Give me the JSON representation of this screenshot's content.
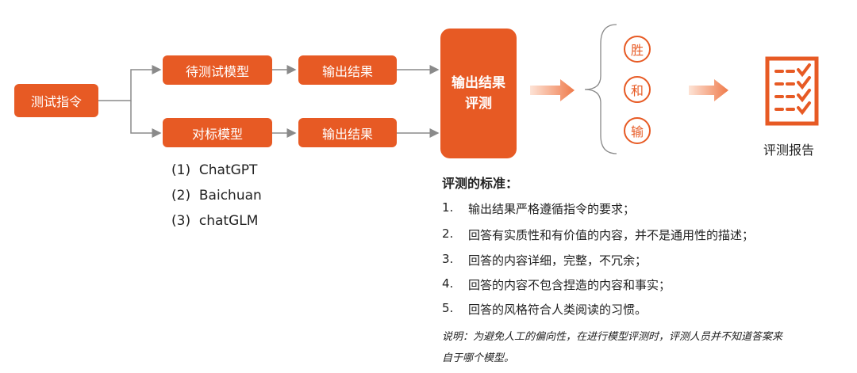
{
  "colors": {
    "accent": "#e75a24",
    "line": "#8a8a8a",
    "arrow_light": "#f6b89c"
  },
  "nodes": {
    "instruction": "测试指令",
    "model_under_test": "待测试模型",
    "benchmark_model": "对标模型",
    "output_top": "输出结果",
    "output_bottom": "输出结果",
    "evaluation_line1": "输出结果",
    "evaluation_line2": "评测"
  },
  "outcomes": [
    "胜",
    "和",
    "输"
  ],
  "report": {
    "label": "评测报告",
    "icon": "checklist-icon"
  },
  "benchmark_models": [
    "(1)  ChatGPT",
    "(2)  Baichuan",
    "(3)  chatGLM"
  ],
  "criteria": {
    "title": "评测的标准：",
    "items": [
      {
        "num": "1.",
        "text": "输出结果严格遵循指令的要求；"
      },
      {
        "num": "2.",
        "text": "回答有实质性和有价值的内容，并不是通用性的描述；"
      },
      {
        "num": "3.",
        "text": "回答的内容详细，完整，不冗余；"
      },
      {
        "num": "4.",
        "text": "回答的内容不包含捏造的内容和事实；"
      },
      {
        "num": "5.",
        "text": "回答的风格符合人类阅读的习惯。"
      }
    ],
    "note_line1": "说明：为避免人工的偏向性，在进行模型评测时，评测人员并不知道答案来",
    "note_line2": "自于哪个模型。"
  }
}
